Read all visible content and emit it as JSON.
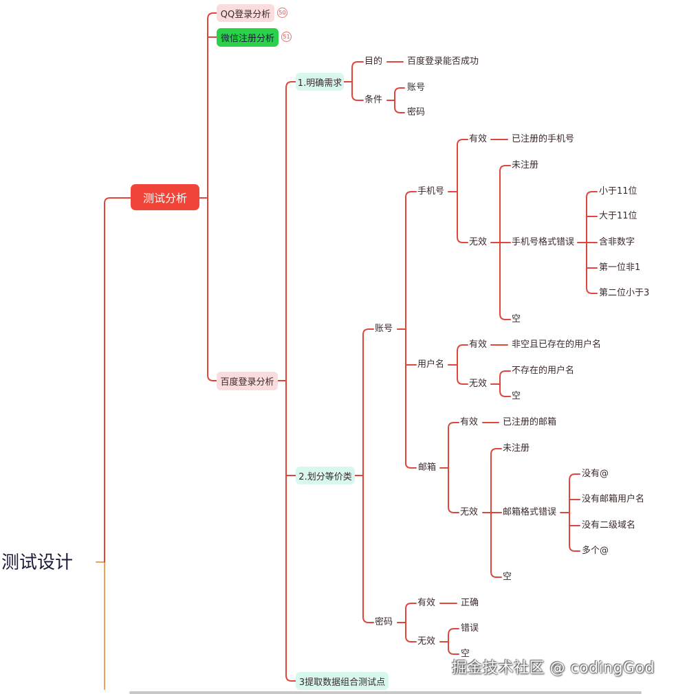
{
  "root": {
    "label": "测试设计"
  },
  "main": {
    "label": "测试分析"
  },
  "branches": {
    "qq": {
      "label": "QQ登录分析",
      "badge": "50"
    },
    "wechat": {
      "label": "微信注册分析",
      "badge": "51"
    },
    "baidu": {
      "label": "百度登录分析"
    }
  },
  "step1": {
    "label": "1.明确需求",
    "goal": "目的",
    "goal_value": "百度登录能否成功",
    "condition": "条件",
    "cond_account": "账号",
    "cond_password": "密码"
  },
  "step2": {
    "label": "2.划分等价类",
    "account": "账号",
    "phone": {
      "label": "手机号",
      "valid": "有效",
      "valid_value": "已注册的手机号",
      "invalid": "无效",
      "unregistered": "未注册",
      "format_error": "手机号格式错误",
      "f1": "小于11位",
      "f2": "大于11位",
      "f3": "含非数字",
      "f4": "第一位非1",
      "f5": "第二位小于3",
      "empty": "空"
    },
    "username": {
      "label": "用户名",
      "valid": "有效",
      "valid_value": "非空且已存在的用户名",
      "invalid": "无效",
      "nonexistent": "不存在的用户名",
      "empty": "空"
    },
    "email": {
      "label": "邮箱",
      "valid": "有效",
      "valid_value": "已注册的邮箱",
      "invalid": "无效",
      "unregistered": "未注册",
      "format_error": "邮箱格式错误",
      "f1": "没有@",
      "f2": "没有邮箱用户名",
      "f3": "没有二级域名",
      "f4": "多个@",
      "empty": "空"
    },
    "password": {
      "label": "密码",
      "valid": "有效",
      "valid_value": "正确",
      "invalid": "无效",
      "wrong": "错误",
      "empty": "空"
    }
  },
  "step3": {
    "label": "3提取数据组合测试点"
  },
  "watermark": "掘金技术社区 @ codingGod",
  "colors": {
    "line": "#e0453c",
    "root_line": "#f0a050",
    "main_node": "#f2453a"
  }
}
